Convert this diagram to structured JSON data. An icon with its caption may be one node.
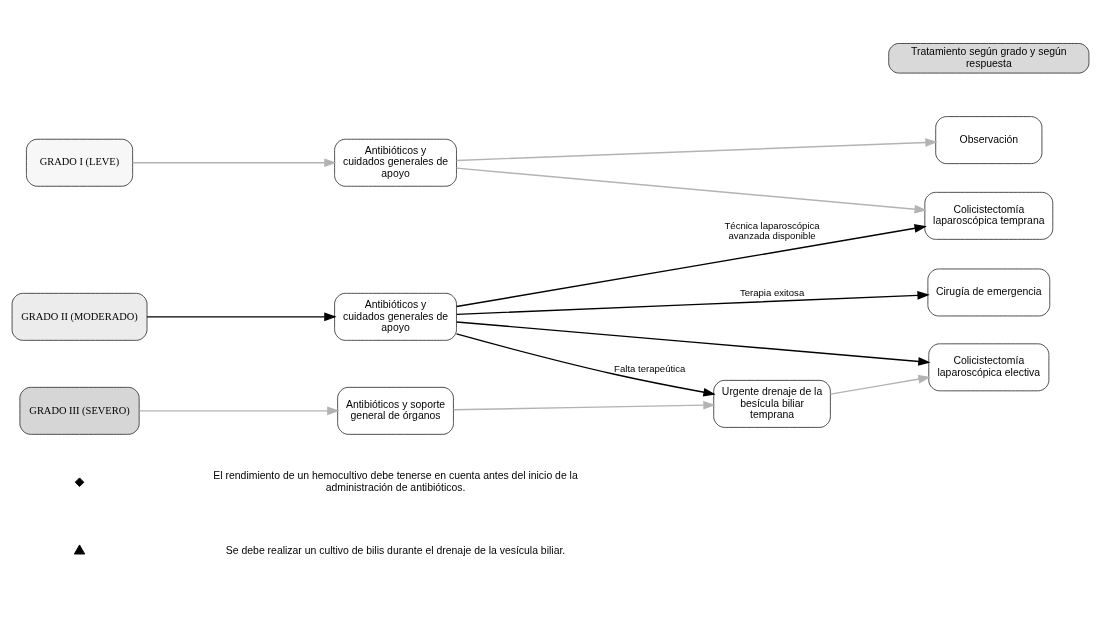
{
  "diagram": {
    "nodes": [
      {
        "text": [
          "Tratamiento según grado y según respuesta"
        ]
      },
      {
        "text": [
          "GRADO I (LEVE)"
        ]
      },
      {
        "text": [
          "Antibióticos y cuidados generales de apoyo"
        ]
      },
      {
        "text": [
          "Observación"
        ]
      },
      {
        "text": [
          "Colicistectomía laparoscópica temprana"
        ]
      },
      {
        "text": [
          "GRADO II (MODERADO)"
        ]
      },
      {
        "text": [
          "Antibióticos y cuidados generales de apoyo"
        ]
      },
      {
        "text": [
          "Cirugía de emergencia"
        ]
      },
      {
        "text": [
          "GRADO III (SEVERO)"
        ]
      },
      {
        "text": [
          "Antibióticos y soporte general de órganos"
        ]
      },
      {
        "text": [
          "Urgente drenaje de la besícula biliar temprana"
        ]
      },
      {
        "text": [
          "Colicistectomía laparoscópica electiva"
        ]
      }
    ],
    "edges": [
      {
        "from": 1,
        "to": 2,
        "arrow": "to"
      },
      {
        "from": 2,
        "to": 3,
        "arrow": "to"
      },
      {
        "from": 2,
        "to": 4,
        "arrow": "to"
      },
      {
        "from": 5,
        "to": 6,
        "arrow": "to",
        "color": "#000000"
      },
      {
        "from": 6,
        "to": 4,
        "arrow": "to",
        "label": "Técnica laparoscópica avanzada disponible",
        "color": "#000000"
      },
      {
        "from": 6,
        "to": 7,
        "arrow": "to",
        "label": "Terapia exitosa",
        "color": "#000000"
      },
      {
        "from": 6,
        "to": 10,
        "arrow": "to",
        "label": "Falta terapeútica",
        "color": "#000000"
      },
      {
        "from": 6,
        "to": 11,
        "arrow": "to",
        "color": "#000000"
      },
      {
        "from": 8,
        "to": 9,
        "arrow": "to"
      },
      {
        "from": 9,
        "to": 10,
        "arrow": "to"
      },
      {
        "from": 10,
        "to": 11,
        "arrow": "to"
      }
    ],
    "legend": [
      {
        "text": "El rendimiento de un hemocultivo debe tenerse en cuenta antes del inicio de la administración de antibióticos."
      },
      {
        "text": "Se debe realizar un cultivo de bilis durante el drenaje de la vesícula biliar."
      }
    ]
  }
}
